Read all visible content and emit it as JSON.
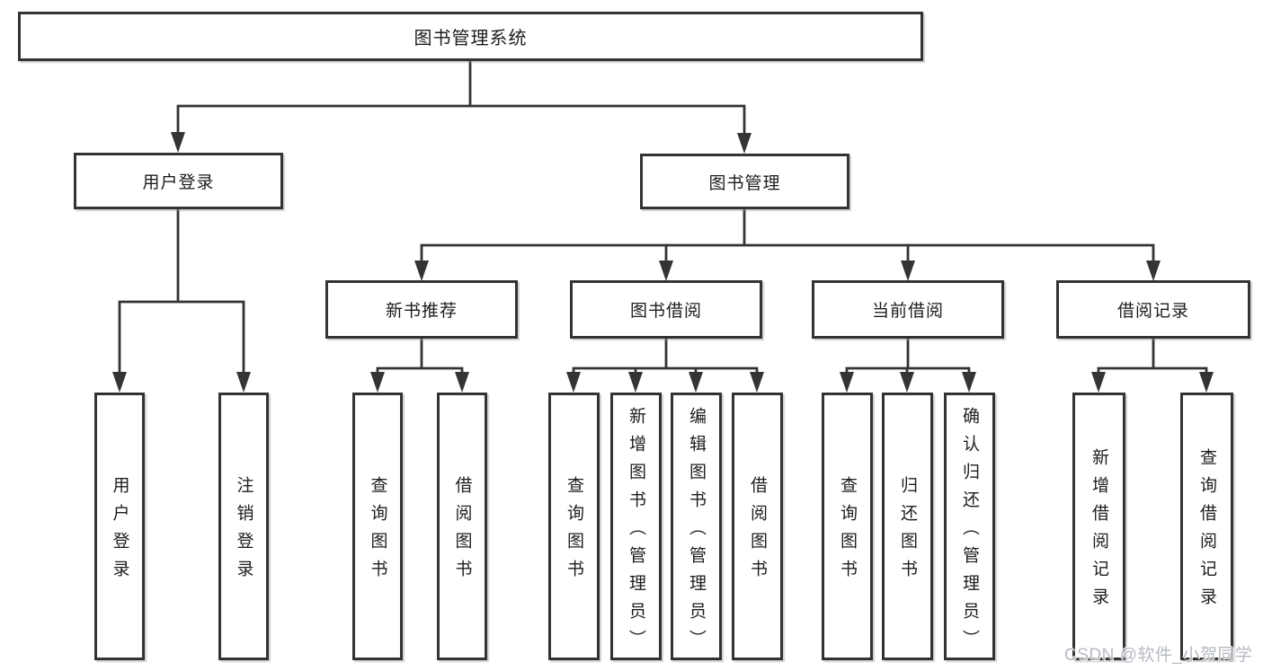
{
  "diagram_title": "图书管理系统",
  "colors": {
    "background": "#ffffff",
    "line": "#343434",
    "border": "#333333",
    "text": "#1d1d1d",
    "watermark": "#b0b5bd"
  },
  "nodes": {
    "root": {
      "label": "图书管理系统"
    },
    "user_login": {
      "label": "用户登录"
    },
    "book_mgmt": {
      "label": "图书管理"
    },
    "new_book_rec": {
      "label": "新书推荐"
    },
    "book_borrow": {
      "label": "图书借阅"
    },
    "current_borrow": {
      "label": "当前借阅"
    },
    "borrow_record": {
      "label": "借阅记录"
    },
    "leaf_user_login": {
      "label": "用户登录"
    },
    "leaf_logout": {
      "label": "注销登录"
    },
    "leaf_nbr_query_book": {
      "label": "查询图书"
    },
    "leaf_nbr_borrow_book": {
      "label": "借阅图书"
    },
    "leaf_bb_query_book": {
      "label": "查询图书"
    },
    "leaf_bb_add_book": {
      "label": "新增图书（管理员）"
    },
    "leaf_bb_edit_book": {
      "label": "编辑图书（管理员）"
    },
    "leaf_bb_borrow_book": {
      "label": "借阅图书"
    },
    "leaf_cb_query_book": {
      "label": "查询图书"
    },
    "leaf_cb_return_book": {
      "label": "归还图书"
    },
    "leaf_cb_confirm_return": {
      "label": "确认归还（管理员）"
    },
    "leaf_br_add_record": {
      "label": "新增借阅记录"
    },
    "leaf_br_query_record": {
      "label": "查询借阅记录"
    }
  },
  "hierarchy": [
    {
      "parent": "图书管理系统",
      "children": [
        "用户登录",
        "图书管理"
      ]
    },
    {
      "parent": "用户登录",
      "children": [
        "用户登录",
        "注销登录"
      ]
    },
    {
      "parent": "图书管理",
      "children": [
        "新书推荐",
        "图书借阅",
        "当前借阅",
        "借阅记录"
      ]
    },
    {
      "parent": "新书推荐",
      "children": [
        "查询图书",
        "借阅图书"
      ]
    },
    {
      "parent": "图书借阅",
      "children": [
        "查询图书",
        "新增图书（管理员）",
        "编辑图书（管理员）",
        "借阅图书"
      ]
    },
    {
      "parent": "当前借阅",
      "children": [
        "查询图书",
        "归还图书",
        "确认归还（管理员）"
      ]
    },
    {
      "parent": "借阅记录",
      "children": [
        "新增借阅记录",
        "查询借阅记录"
      ]
    }
  ],
  "watermark": {
    "text": "CSDN @软件_小贺同学"
  }
}
